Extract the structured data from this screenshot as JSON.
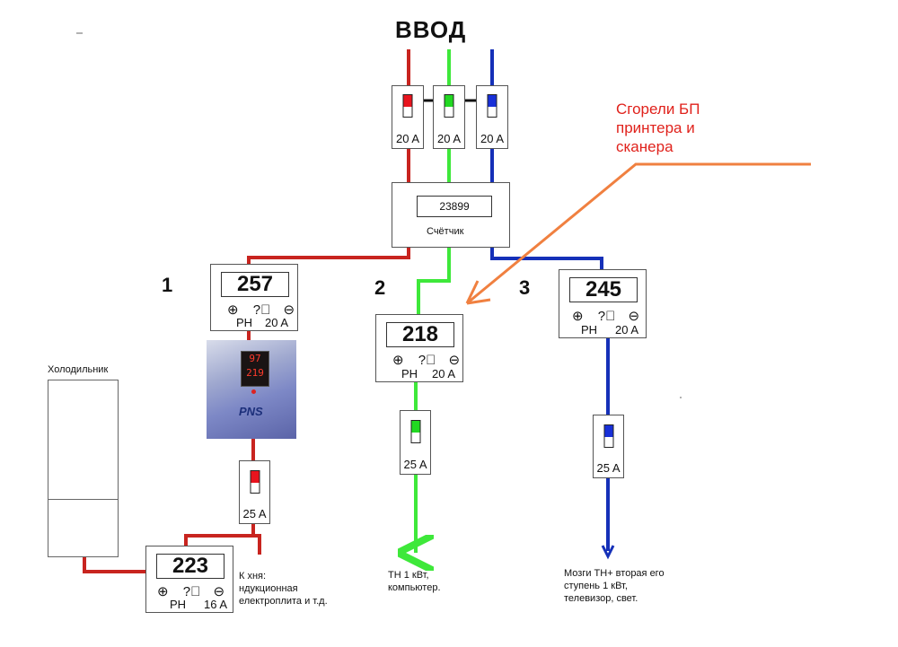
{
  "title": "ВВОД",
  "colors": {
    "phase1": "#c8241f",
    "phase2": "#3ee83a",
    "phase3": "#1530b8",
    "arrow": "#f08040",
    "annotation": "#e0221c"
  },
  "input_breakers": [
    {
      "rating": "20 A",
      "color": "#e8141e"
    },
    {
      "rating": "20 A",
      "color": "#22d822"
    },
    {
      "rating": "20 A",
      "color": "#1830d8"
    }
  ],
  "meter": {
    "reading": "23899",
    "label": "Счётчик"
  },
  "annotation": {
    "line1": "Сгорели БП",
    "line2": "принтера и",
    "line3": "сканера"
  },
  "branches": [
    {
      "number": "1",
      "relay": {
        "voltage": "257",
        "mode": "РН",
        "rating": "20 A"
      }
    },
    {
      "number": "2",
      "relay": {
        "voltage": "218",
        "mode": "РН",
        "rating": "20 A"
      }
    },
    {
      "number": "3",
      "relay": {
        "voltage": "245",
        "mode": "РН",
        "rating": "20 A"
      }
    }
  ],
  "stabilizer_photo": {
    "display_top": "97",
    "display_bottom": "219",
    "logo": "PNS"
  },
  "breaker_25": [
    {
      "rating": "25 A",
      "color": "#e8141e"
    },
    {
      "rating": "25 A",
      "color": "#22d822"
    },
    {
      "rating": "25 A",
      "color": "#1830d8"
    }
  ],
  "kitchen_relay": {
    "voltage": "223",
    "mode": "РН",
    "rating": "16 A"
  },
  "fridge_label": "Холодильник",
  "loads": {
    "kitchen": {
      "line1": "К хня:",
      "line2": "ндукционная",
      "line3": "електроплита и т.д."
    },
    "branch2": {
      "line1": "ТН 1 кВт,",
      "line2": "компьютер."
    },
    "branch3": {
      "line1": "Мозги ТН+ вторая его",
      "line2": "ступень 1 кВт,",
      "line3": "телевизор, свет."
    }
  },
  "control_icons": [
    "plus-circle-icon",
    "question-circle-icon",
    "minus-circle-icon"
  ]
}
